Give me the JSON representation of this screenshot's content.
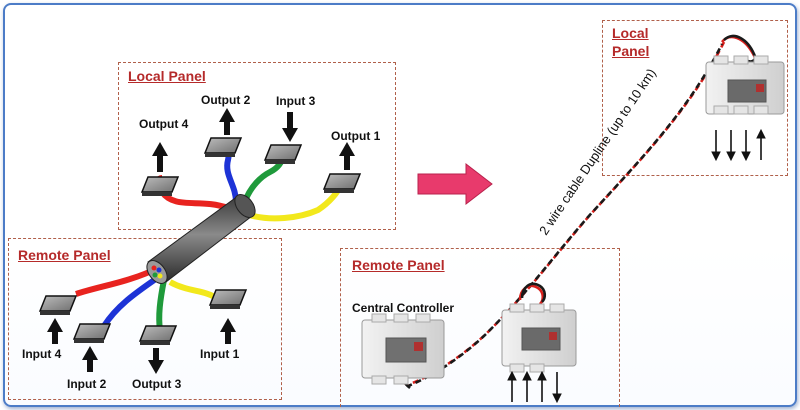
{
  "left_diagram": {
    "local_panel": {
      "title": "Local Panel",
      "output4": "Output 4",
      "output2": "Output 2",
      "input3": "Input 3",
      "output1": "Output 1"
    },
    "remote_panel": {
      "title": "Remote Panel",
      "input4": "Input 4",
      "input2": "Input 2",
      "output3": "Output 3",
      "input1": "Input 1"
    },
    "wire_colors": [
      "#e8231f",
      "#1d33d6",
      "#1f9a3b",
      "#f2e81c"
    ]
  },
  "arrow_color": "#e83a6c",
  "right_diagram": {
    "local_panel": {
      "title_line1": "Local",
      "title_line2": "Panel"
    },
    "remote_panel": {
      "title": "Remote Panel",
      "controller_label": "Central Controller"
    },
    "cable_label": "2 wire cable Dupline (up to 10 km)",
    "cable_colors": [
      "#d8201c",
      "#1a1a1a"
    ]
  },
  "frame_color": "#4c7cc7",
  "panel_title_color": "#b52a2a"
}
